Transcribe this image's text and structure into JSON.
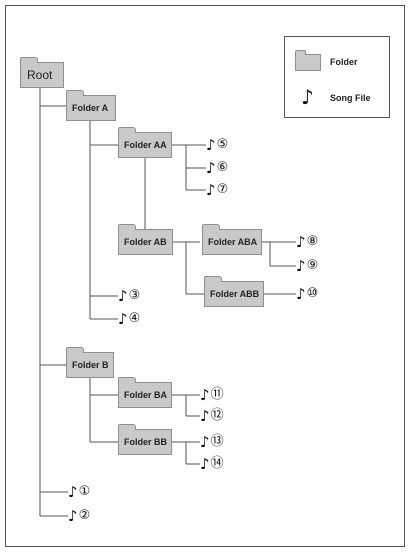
{
  "legend": {
    "folder_label": "Folder",
    "song_label": "Song File",
    "note_symbol": "♪"
  },
  "folders": {
    "root": "Root",
    "a": "Folder A",
    "aa": "Folder AA",
    "ab": "Folder AB",
    "aba": "Folder ABA",
    "abb": "Folder ABB",
    "b": "Folder B",
    "ba": "Folder BA",
    "bb": "Folder BB"
  },
  "songs": {
    "s1": "①",
    "s2": "②",
    "s3": "③",
    "s4": "④",
    "s5": "⑤",
    "s6": "⑥",
    "s7": "⑦",
    "s8": "⑧",
    "s9": "⑨",
    "s10": "⑩",
    "s11": "⑪",
    "s12": "⑫",
    "s13": "⑬",
    "s14": "⑭"
  },
  "colors": {
    "folder_fill": "#c9c9c9",
    "folder_border": "#8f8f8f",
    "line": "#555555"
  }
}
